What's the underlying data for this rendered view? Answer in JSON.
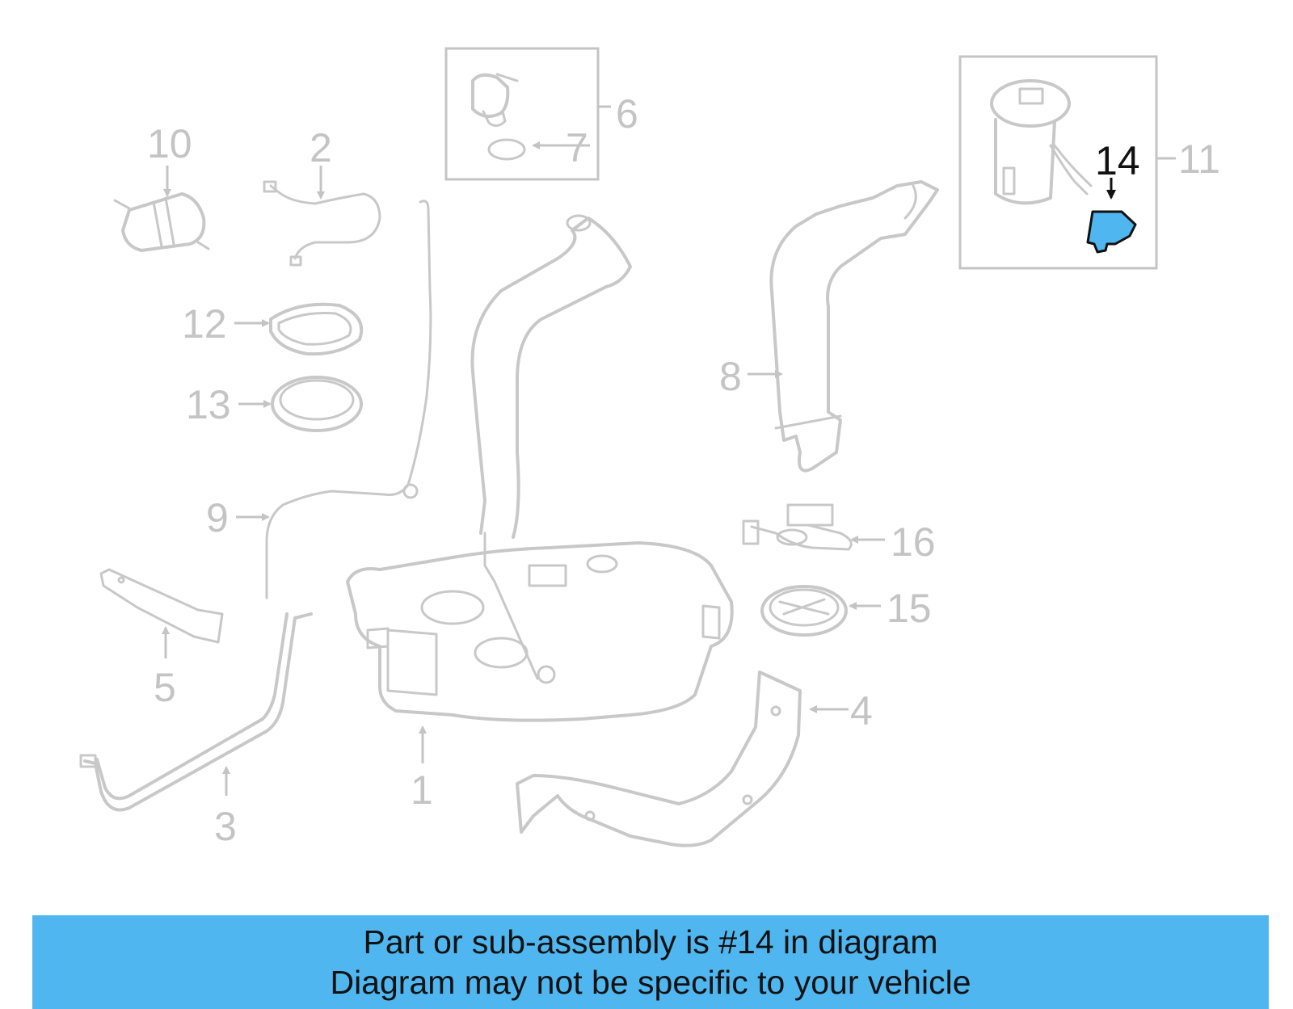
{
  "diagram": {
    "callouts": [
      {
        "id": "1",
        "label": "1"
      },
      {
        "id": "2",
        "label": "2"
      },
      {
        "id": "3",
        "label": "3"
      },
      {
        "id": "4",
        "label": "4"
      },
      {
        "id": "5",
        "label": "5"
      },
      {
        "id": "6",
        "label": "6"
      },
      {
        "id": "7",
        "label": "7"
      },
      {
        "id": "8",
        "label": "8"
      },
      {
        "id": "9",
        "label": "9"
      },
      {
        "id": "10",
        "label": "10"
      },
      {
        "id": "11",
        "label": "11"
      },
      {
        "id": "12",
        "label": "12"
      },
      {
        "id": "13",
        "label": "13"
      },
      {
        "id": "14",
        "label": "14"
      },
      {
        "id": "15",
        "label": "15"
      },
      {
        "id": "16",
        "label": "16"
      }
    ],
    "highlighted_part": "14",
    "highlight_color": "#4fb6ef"
  },
  "banner": {
    "line1": "Part or sub-assembly is #14 in diagram",
    "line2": "Diagram may not be specific to your vehicle",
    "background": "#4fb6ef"
  }
}
